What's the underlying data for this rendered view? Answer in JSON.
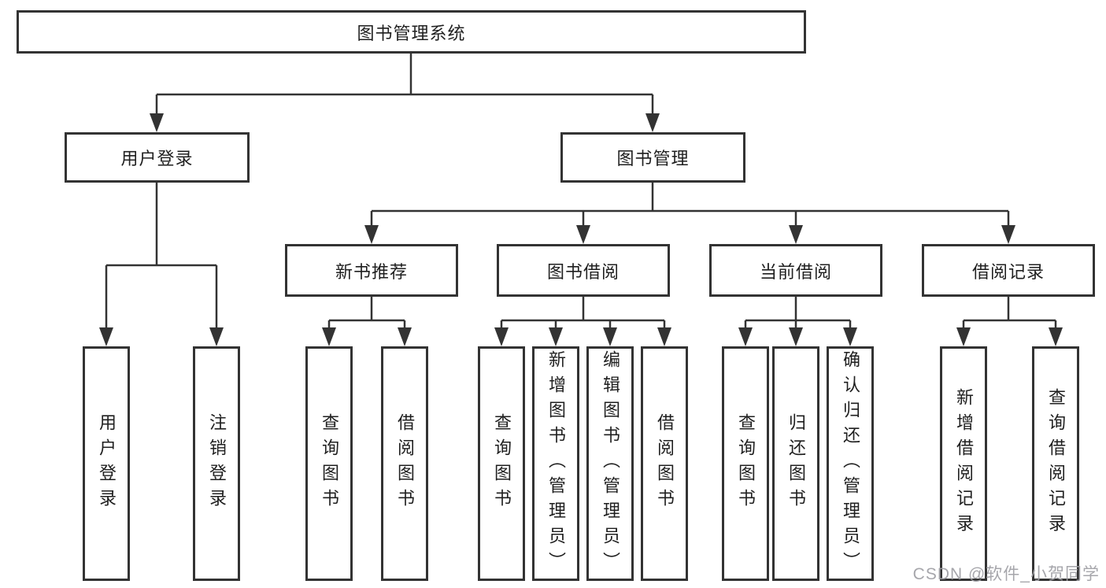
{
  "diagram": {
    "type": "tree-structure-chart",
    "nodes": {
      "root": "图书管理系统",
      "user_login": "用户登录",
      "book_mgmt": "图书管理",
      "new_book_rec": "新书推荐",
      "book_borrow": "图书借阅",
      "current_borrow": "当前借阅",
      "borrow_record": "借阅记录",
      "leaf_user_login": "用户登录",
      "leaf_logout": "注销登录",
      "rec_query_book": "查询图书",
      "rec_borrow_book": "借阅图书",
      "bb_query_book": "查询图书",
      "bb_add_book": "新增图书（管理员）",
      "bb_edit_book": "编辑图书（管理员）",
      "bb_borrow_book": "借阅图书",
      "cb_query_book": "查询图书",
      "cb_return_book": "归还图书",
      "cb_confirm_return": "确认归还（管理员）",
      "br_add_record": "新增借阅记录",
      "br_query_record": "查询借阅记录"
    },
    "hierarchy": {
      "图书管理系统": {
        "用户登录": [
          "用户登录",
          "注销登录"
        ],
        "图书管理": {
          "新书推荐": [
            "查询图书",
            "借阅图书"
          ],
          "图书借阅": [
            "查询图书",
            "新增图书（管理员）",
            "编辑图书（管理员）",
            "借阅图书"
          ],
          "当前借阅": [
            "查询图书",
            "归还图书",
            "确认归还（管理员）"
          ],
          "借阅记录": [
            "新增借阅记录",
            "查询借阅记录"
          ]
        }
      }
    },
    "colors": {
      "line": "#333333",
      "box_border": "#333333",
      "box_fill": "#ffffff",
      "text": "#1f1f1f",
      "watermark": "#9e9ea4"
    }
  },
  "watermark": {
    "text": "CSDN @软件_小贺同学"
  }
}
